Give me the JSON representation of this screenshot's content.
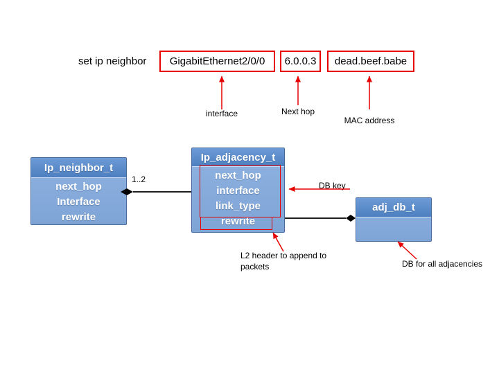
{
  "canvas": {
    "background": "#ffffff"
  },
  "colors": {
    "annotation_red": "#e60000",
    "connector_black": "#000000",
    "class_header_blue": "#4d7fc0",
    "class_body_blue": "#7ea4d6",
    "class_border_blue": "#46699c"
  },
  "command": {
    "label": "set ip neighbor",
    "tokens": [
      {
        "text": "GigabitEthernet2/0/0",
        "annotation": "interface"
      },
      {
        "text": "6.0.0.3",
        "annotation": "Next hop"
      },
      {
        "text": "dead.beef.babe",
        "annotation": "MAC address"
      }
    ]
  },
  "classes": [
    {
      "title": "Ip_neighbor_t",
      "fields": [
        "next_hop",
        "Interface",
        "rewrite"
      ]
    },
    {
      "title": "Ip_adjacency_t",
      "fields": [
        "next_hop",
        "interface",
        "link_type",
        "rewrite"
      ]
    },
    {
      "title": "adj_db_t",
      "fields": []
    }
  ],
  "annotations": {
    "multiplicity": "1..2",
    "db_key": "DB key",
    "l2_note_lines": [
      "L2 header to append to",
      "packets"
    ],
    "db_all": "DB for all adjacencies"
  }
}
